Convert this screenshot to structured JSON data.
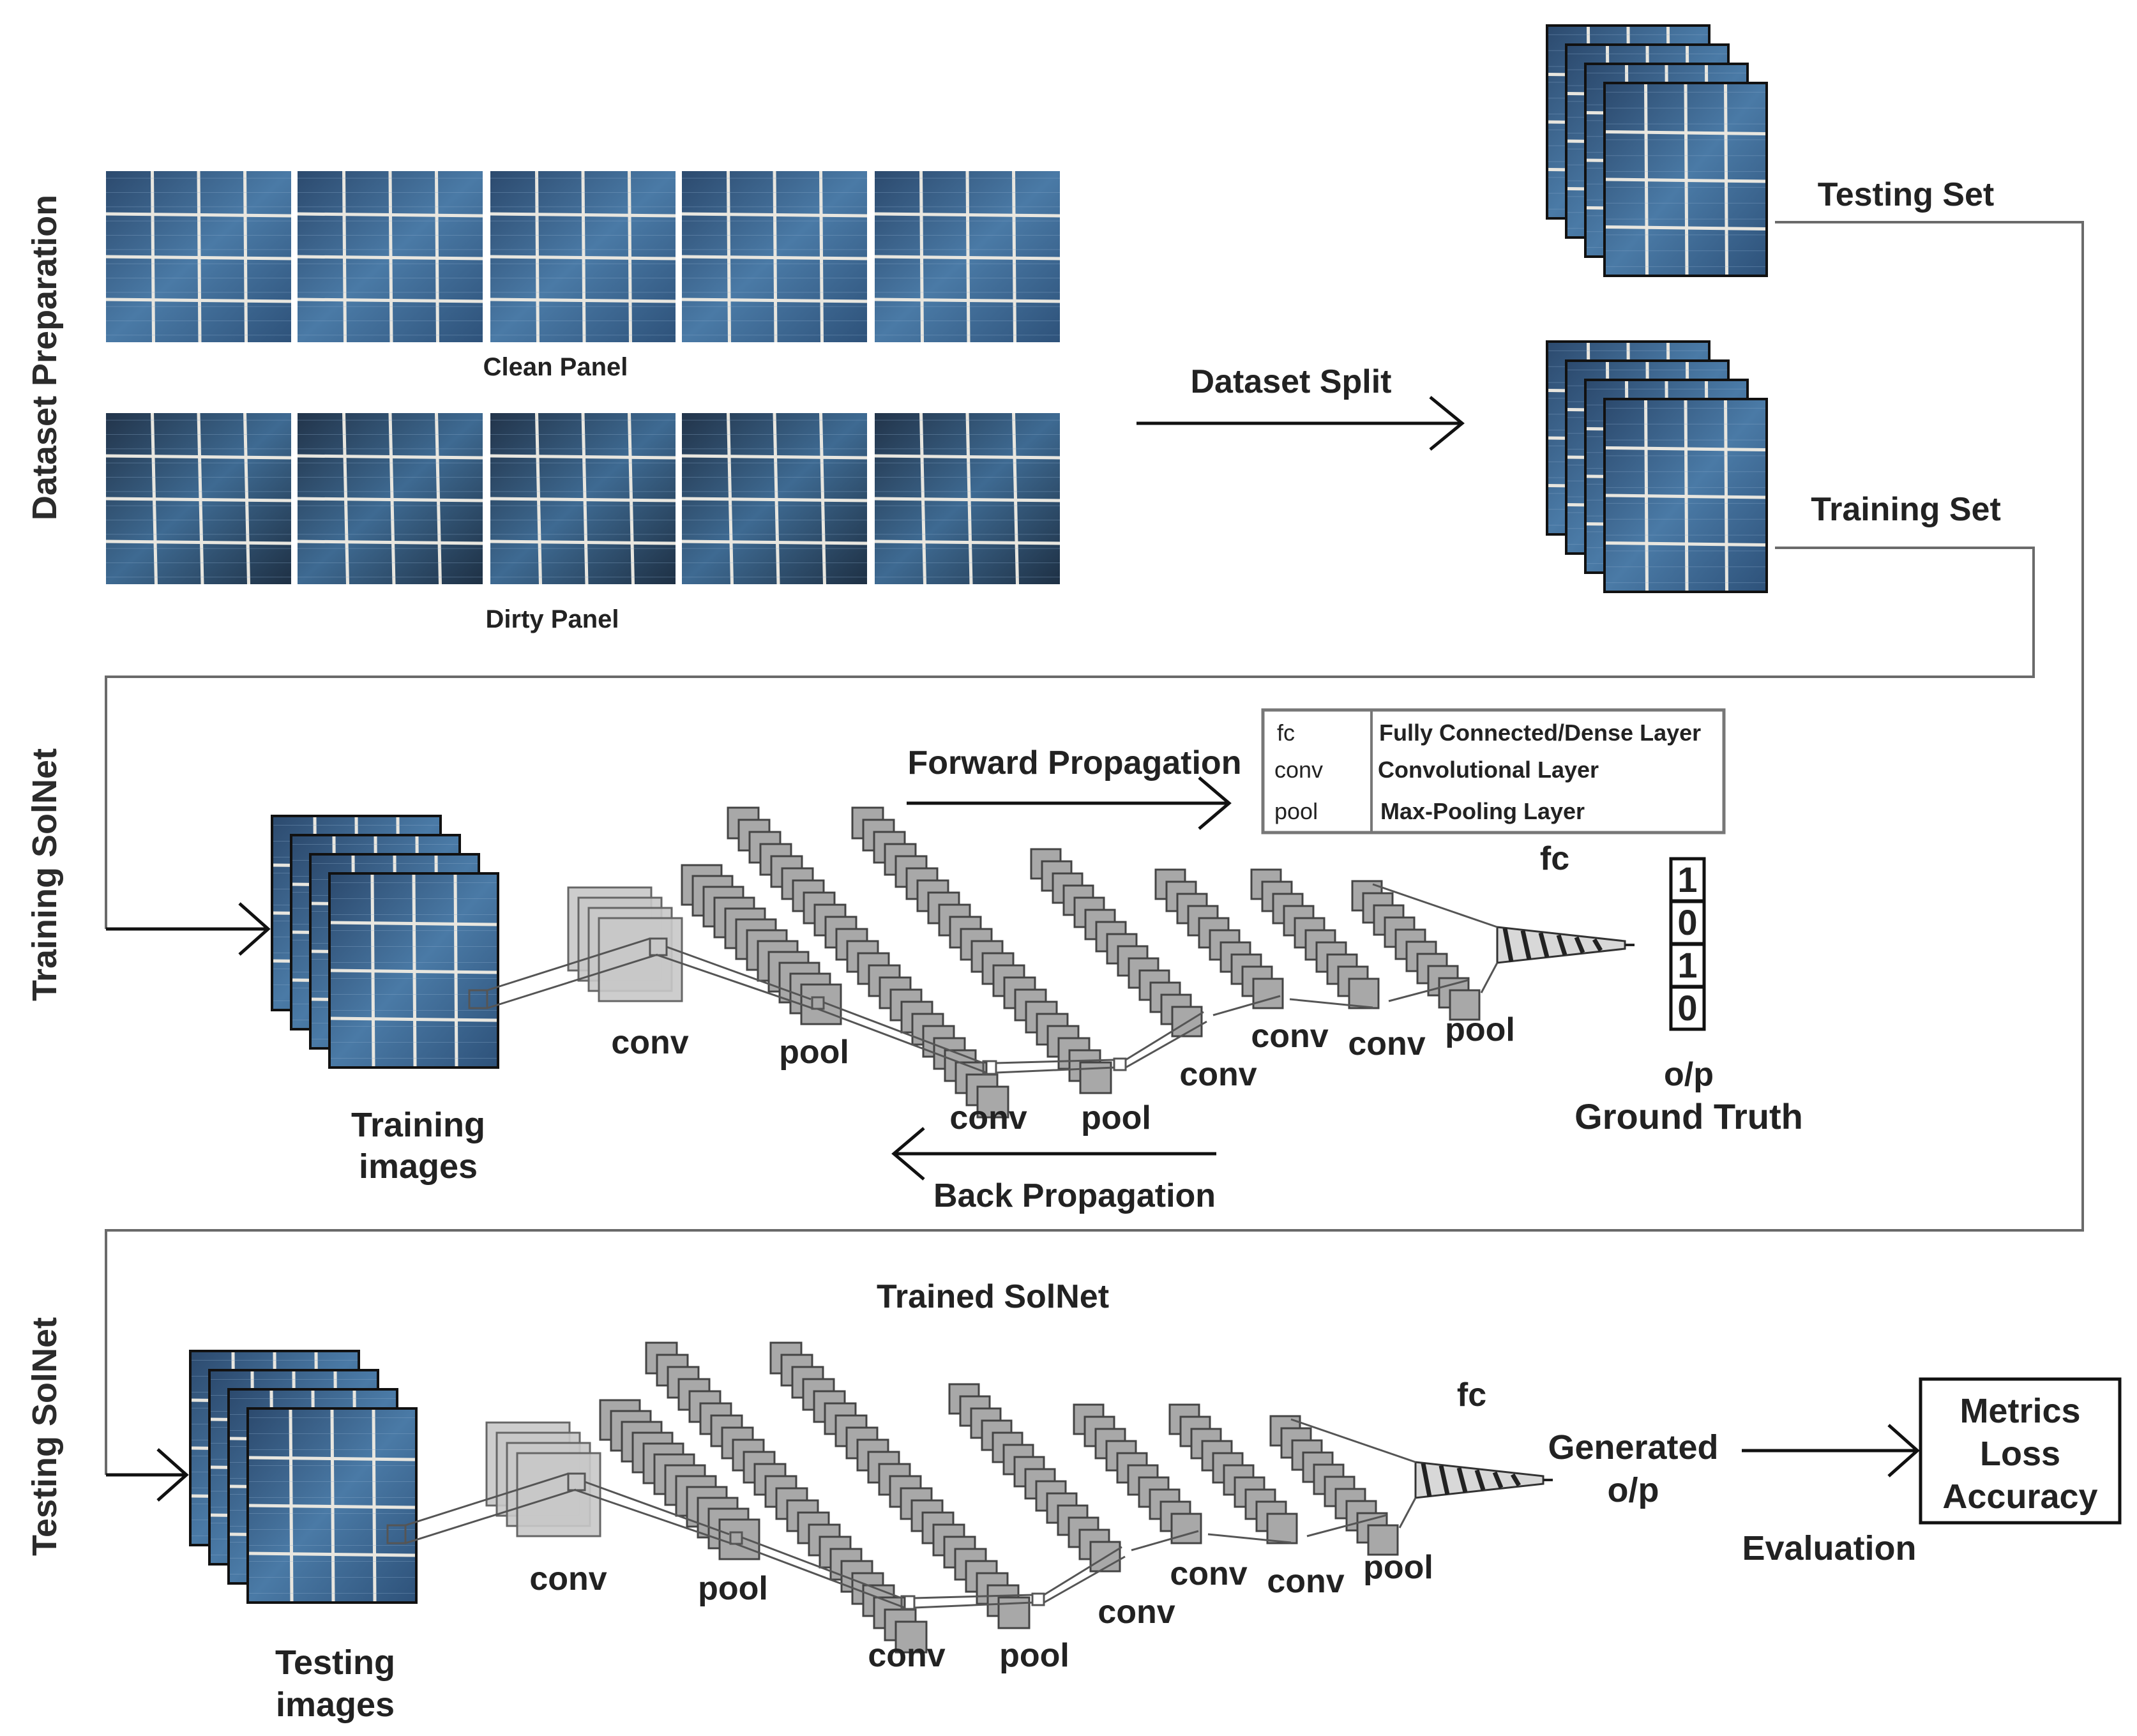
{
  "sections": {
    "dataset_preparation": "Dataset Preparation",
    "training_solnet": "Training SolNet",
    "testing_solnet": "Testing SolNet"
  },
  "dataset": {
    "clean_label": "Clean Panel",
    "dirty_label": "Dirty Panel",
    "split_label": "Dataset Split",
    "testing_set": "Testing Set",
    "training_set": "Training Set"
  },
  "training": {
    "images_label": [
      "Training",
      "images"
    ],
    "forward_label": "Forward Propagation",
    "back_label": "Back Propagation",
    "layers": [
      "conv",
      "pool",
      "conv",
      "pool",
      "conv",
      "conv",
      "conv",
      "pool"
    ],
    "fc_label": "fc",
    "output_bits": [
      "1",
      "0",
      "1",
      "0"
    ],
    "output_label": "o/p",
    "ground_truth": "Ground Truth"
  },
  "legend": [
    {
      "abbr": "fc",
      "desc": "Fully Connected/Dense Layer"
    },
    {
      "abbr": "conv",
      "desc": "Convolutional Layer"
    },
    {
      "abbr": "pool",
      "desc": "Max-Pooling Layer"
    }
  ],
  "testing": {
    "images_label": [
      "Testing",
      "images"
    ],
    "trained_label": "Trained SolNet",
    "layers": [
      "conv",
      "pool",
      "conv",
      "pool",
      "conv",
      "conv",
      "conv",
      "pool"
    ],
    "fc_label": "fc",
    "generated_label": [
      "Generated",
      "o/p"
    ],
    "evaluation_label": "Evaluation",
    "metrics": [
      "Metrics",
      "Loss",
      "Accuracy"
    ]
  },
  "colors": {
    "panel_blue": "#3f6b94",
    "panel_dark": "#1d2f45",
    "grid_white": "#e8e6df",
    "layer_gray": "#a8a8a8",
    "line_gray": "#777777"
  }
}
